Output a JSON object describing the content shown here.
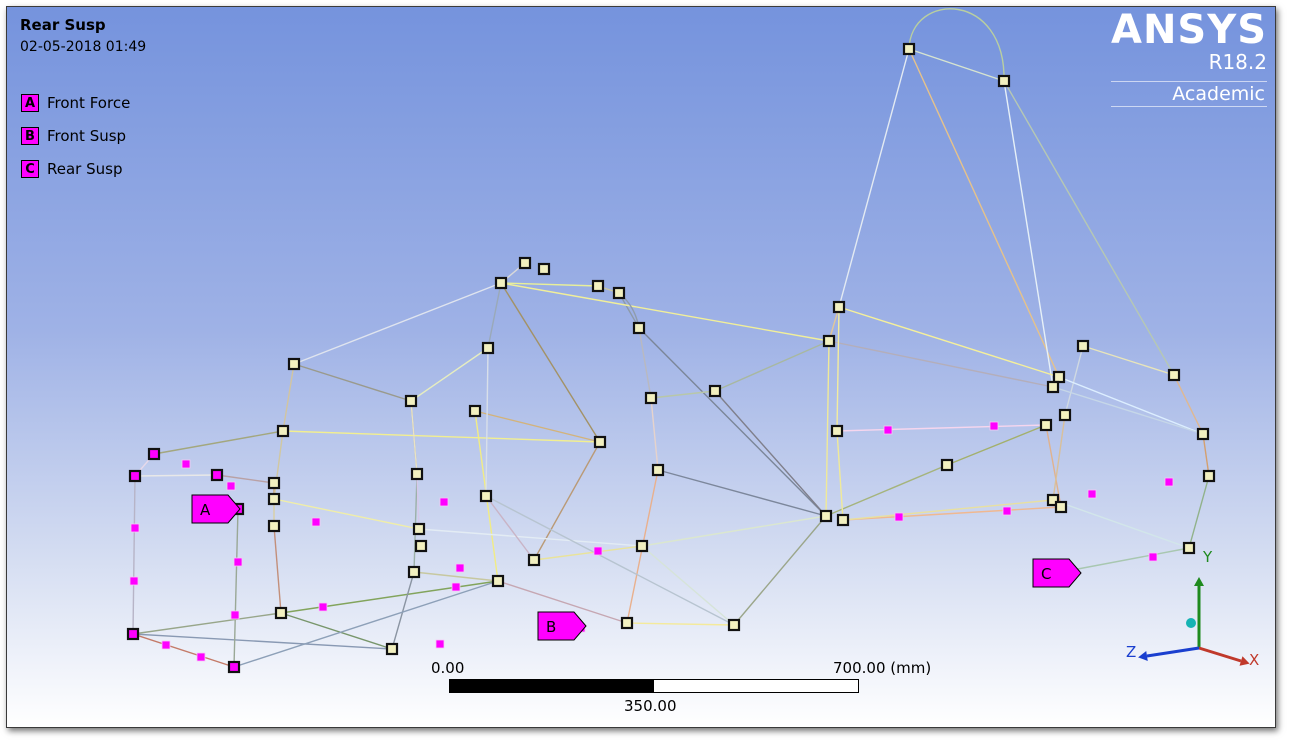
{
  "model": {
    "title": "Rear Susp",
    "timestamp": "02-05-2018 01:49"
  },
  "legend": [
    {
      "key": "A",
      "label": "Front Force"
    },
    {
      "key": "B",
      "label": "Front Susp"
    },
    {
      "key": "C",
      "label": "Rear Susp"
    }
  ],
  "brand": {
    "name": "ANSYS",
    "version": "R18.2",
    "edition": "Academic"
  },
  "scale": {
    "start": "0.00",
    "mid": "350.00",
    "end": "700.00 (mm)"
  },
  "triad": {
    "x": "X",
    "y": "Y",
    "z": "Z",
    "colors": {
      "x": "#c0392b",
      "y": "#1e8a1e",
      "z": "#1a3fcf",
      "origin": "#16b3b3"
    }
  },
  "colors": {
    "highlight": "#ff00ff",
    "node_fill": "#f2f0c0"
  }
}
